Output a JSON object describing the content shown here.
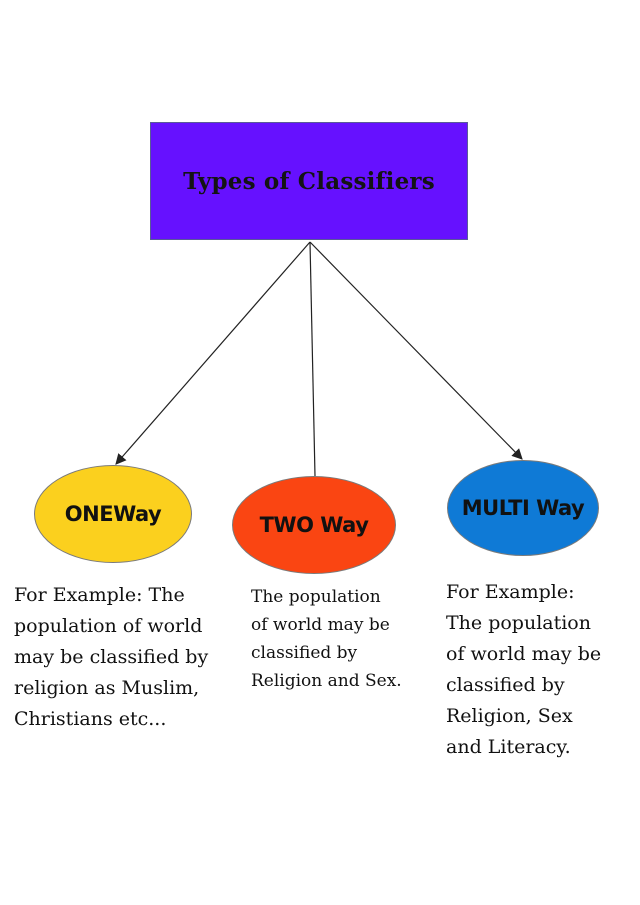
{
  "diagram": {
    "root": {
      "label": "Types of Classifiers",
      "color": "#6611ff"
    },
    "nodes": [
      {
        "id": "one",
        "label": "ONEWay",
        "color": "#fbd01e",
        "description": "For Example: The\npopulation of world\nmay be classified by\nreligion as Muslim,\nChristians etc..."
      },
      {
        "id": "two",
        "label": "TWO Way",
        "color": "#fa4512",
        "description": " The population\nof world may be\nclassified by\nReligion and Sex."
      },
      {
        "id": "multi",
        "label": "MULTI Way",
        "color": "#0f7ad6",
        "description": "For Example:\nThe population\nof world may be\nclassified by\nReligion, Sex\nand Literacy."
      }
    ],
    "edges": [
      {
        "from": "root",
        "to": "one",
        "arrow": true
      },
      {
        "from": "root",
        "to": "two",
        "arrow": false
      },
      {
        "from": "root",
        "to": "multi",
        "arrow": true
      }
    ]
  }
}
